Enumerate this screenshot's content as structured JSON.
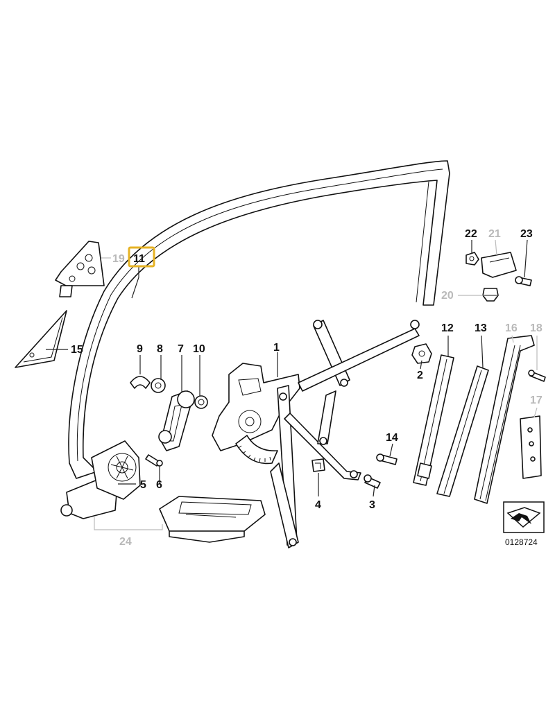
{
  "diagram": {
    "reference_number": "0128724",
    "highlight_color": "#e6b325",
    "callouts": [
      {
        "id": "c1",
        "label": "1",
        "shade": "dark"
      },
      {
        "id": "c2",
        "label": "2",
        "shade": "dark"
      },
      {
        "id": "c3",
        "label": "3",
        "shade": "dark"
      },
      {
        "id": "c4",
        "label": "4",
        "shade": "dark"
      },
      {
        "id": "c5",
        "label": "5",
        "shade": "dark"
      },
      {
        "id": "c6",
        "label": "6",
        "shade": "dark"
      },
      {
        "id": "c7",
        "label": "7",
        "shade": "dark"
      },
      {
        "id": "c8",
        "label": "8",
        "shade": "dark"
      },
      {
        "id": "c9",
        "label": "9",
        "shade": "dark"
      },
      {
        "id": "c10",
        "label": "10",
        "shade": "dark"
      },
      {
        "id": "c11",
        "label": "11",
        "shade": "dark",
        "highlighted": true
      },
      {
        "id": "c12",
        "label": "12",
        "shade": "dark"
      },
      {
        "id": "c13",
        "label": "13",
        "shade": "dark"
      },
      {
        "id": "c14",
        "label": "14",
        "shade": "dark"
      },
      {
        "id": "c15",
        "label": "15",
        "shade": "dark"
      },
      {
        "id": "c16",
        "label": "16",
        "shade": "grey"
      },
      {
        "id": "c17",
        "label": "17",
        "shade": "grey"
      },
      {
        "id": "c18",
        "label": "18",
        "shade": "grey"
      },
      {
        "id": "c19",
        "label": "19",
        "shade": "grey"
      },
      {
        "id": "c20",
        "label": "20",
        "shade": "grey"
      },
      {
        "id": "c21",
        "label": "21",
        "shade": "grey"
      },
      {
        "id": "c22",
        "label": "22",
        "shade": "dark"
      },
      {
        "id": "c23",
        "label": "23",
        "shade": "dark"
      },
      {
        "id": "c24",
        "label": "24",
        "shade": "grey"
      }
    ]
  }
}
